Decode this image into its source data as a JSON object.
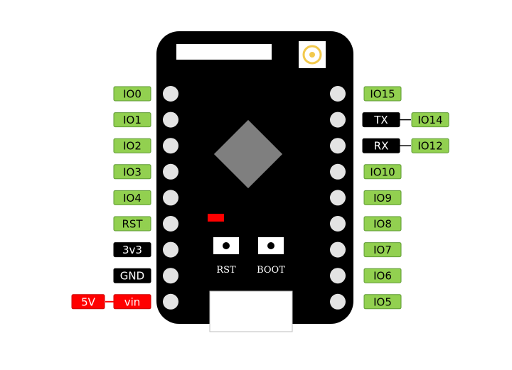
{
  "colors": {
    "board": "#000000",
    "pin": "#e3e3e3",
    "green_label": "#92d050",
    "green_border": "#5f9a35",
    "black_label": "#000000",
    "red_label": "#ff0000",
    "chip": "#7f7f7f",
    "led": "#ff0000",
    "antenna": "#f2c94c"
  },
  "left_pins": [
    {
      "label": "IO0",
      "style": "green"
    },
    {
      "label": "IO1",
      "style": "green"
    },
    {
      "label": "IO2",
      "style": "green"
    },
    {
      "label": "IO3",
      "style": "green"
    },
    {
      "label": "IO4",
      "style": "green"
    },
    {
      "label": "RST",
      "style": "green"
    },
    {
      "label": "3v3",
      "style": "black"
    },
    {
      "label": "GND",
      "style": "black"
    },
    {
      "label": "vin",
      "style": "red",
      "extra": "5V"
    }
  ],
  "right_pins": [
    {
      "label": "IO15",
      "style": "green"
    },
    {
      "label": "IO14",
      "style": "green",
      "alt": "TX"
    },
    {
      "label": "IO12",
      "style": "green",
      "alt": "RX"
    },
    {
      "label": "IO10",
      "style": "green"
    },
    {
      "label": "IO9",
      "style": "green"
    },
    {
      "label": "IO8",
      "style": "green"
    },
    {
      "label": "IO7",
      "style": "green"
    },
    {
      "label": "IO6",
      "style": "green"
    },
    {
      "label": "IO5",
      "style": "green"
    }
  ],
  "buttons": {
    "rst": "RST",
    "boot": "BOOT"
  }
}
